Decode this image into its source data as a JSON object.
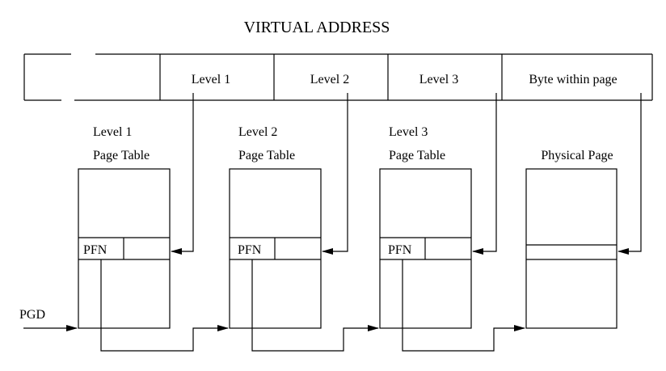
{
  "title": "VIRTUAL ADDRESS",
  "address_fields": [
    "Level 1",
    "Level 2",
    "Level 3",
    "Byte within page"
  ],
  "tables": [
    {
      "line1": "Level 1",
      "line2": "Page Table",
      "entry": "PFN"
    },
    {
      "line1": "Level 2",
      "line2": "Page Table",
      "entry": "PFN"
    },
    {
      "line1": "Level 3",
      "line2": "Page Table",
      "entry": "PFN"
    }
  ],
  "physical_page": "Physical Page",
  "pgd": "PGD"
}
